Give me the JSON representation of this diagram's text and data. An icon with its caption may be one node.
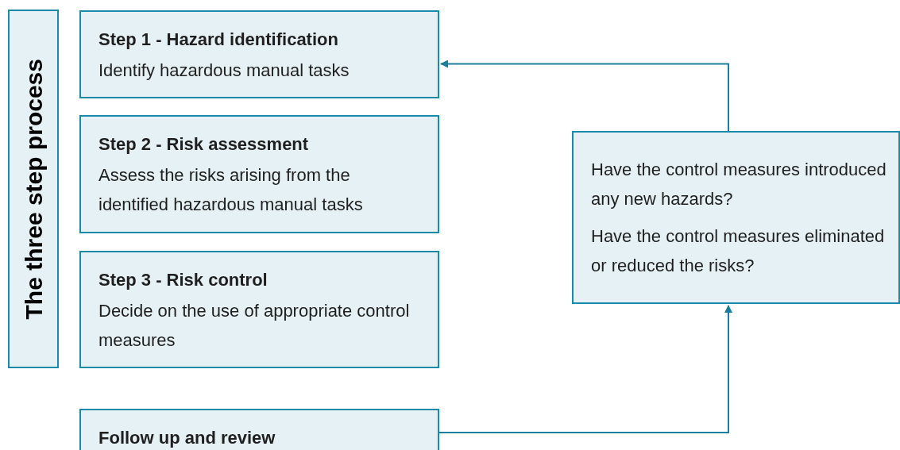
{
  "diagram": {
    "nodes": [
      {
        "text": [
          "The three step process"
        ]
      },
      {
        "text": [
          "Step 1 - Hazard identification",
          "Identify hazardous manual tasks"
        ]
      },
      {
        "text": [
          "Step 2 - Risk assessment",
          "Assess the risks arising from the identified hazardous manual tasks"
        ]
      },
      {
        "text": [
          "Step 3 - Risk control",
          "Decide on the use of appropriate control measures"
        ]
      },
      {
        "text": [
          "Follow up and review"
        ]
      },
      {
        "text": [
          "Have the control measures introduced any new hazards?",
          "Have the control measures eliminated or reduced the risks?"
        ]
      }
    ],
    "edges": [
      {
        "from": 4,
        "to": 5,
        "arrow": "to"
      },
      {
        "from": 5,
        "to": 1,
        "arrow": "to"
      }
    ]
  }
}
